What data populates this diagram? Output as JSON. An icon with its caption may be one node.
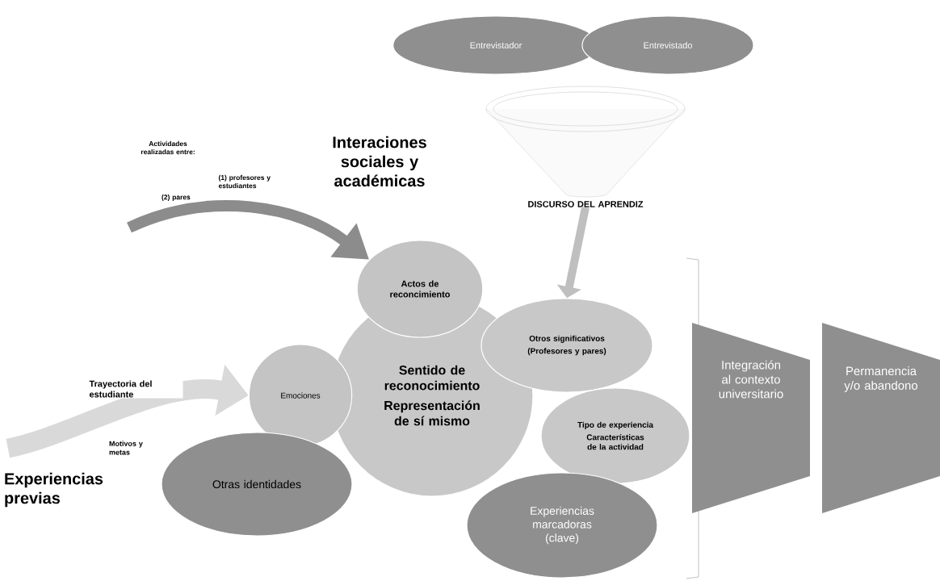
{
  "diagram": {
    "nodes": [
      {
        "text": [
          "Entrevistador"
        ]
      },
      {
        "text": [
          "Entrevistado"
        ]
      },
      {
        "text": [
          "DISCURSO DEL APRENDIZ"
        ]
      },
      {
        "text": [
          "Actos de reconcimiento"
        ]
      },
      {
        "text": [
          "Sentido de reconocimiento",
          "Representación de sí mismo"
        ]
      },
      {
        "text": [
          "Otros significativos",
          "(Profesores y pares)"
        ]
      },
      {
        "text": [
          "Emociones"
        ]
      },
      {
        "text": [
          "Tipo de experiencia",
          "Características de la actividad"
        ]
      },
      {
        "text": [
          "Otras identidades"
        ]
      },
      {
        "text": [
          "Experiencias marcadoras (clave)"
        ]
      },
      {
        "text": [
          "Integración al contexto universitario"
        ]
      },
      {
        "text": [
          "Permanencia y/o abandono"
        ]
      },
      {
        "text": [
          "Experiencias previas"
        ]
      }
    ],
    "edges": [
      {
        "from": null,
        "to": 3,
        "arrow": "to",
        "color": "#8c8c8c"
      },
      {
        "from": 12,
        "to": 6,
        "arrow": "to",
        "label": "Trayectoria del estudiante",
        "color": "#d9d9d9"
      },
      {
        "from": 2,
        "to": 5,
        "arrow": "to",
        "color": "#bfbfbf"
      }
    ],
    "labels": [
      "Interaciones sociales y académicas",
      "Actividades realizadas entre:",
      "(1) profesores y estudiantes",
      "(2) pares",
      "Motivos y metas"
    ]
  }
}
